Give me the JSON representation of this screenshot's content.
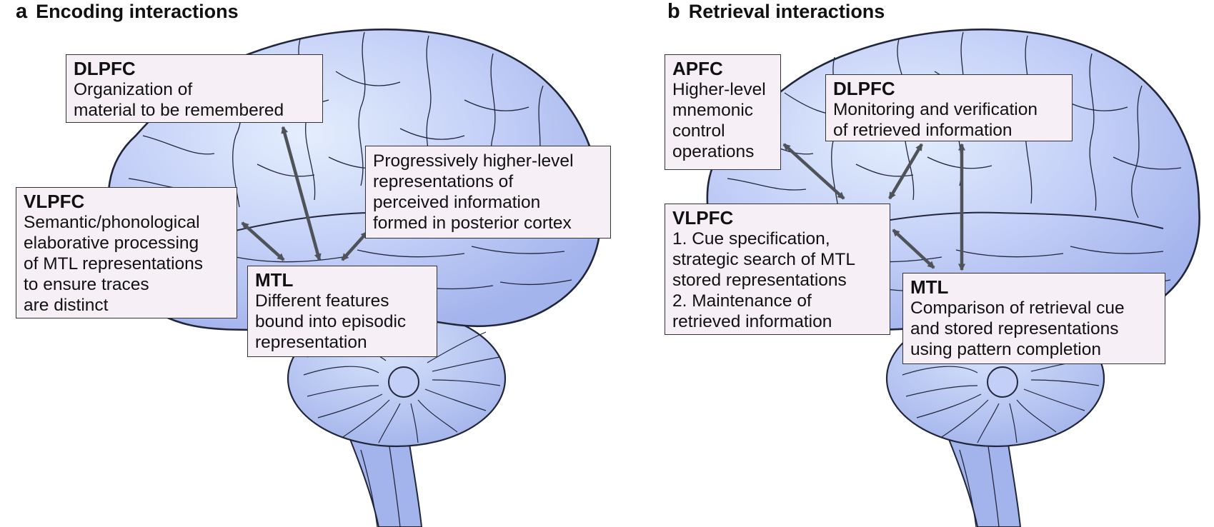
{
  "panels": {
    "a": {
      "letter": "a",
      "title": "Encoding interactions",
      "boxes": {
        "dlpfc": {
          "label": "DLPFC",
          "lines": [
            "Organization of",
            "material to be remembered"
          ]
        },
        "vlpfc": {
          "label": "VLPFC",
          "lines": [
            "Semantic/phonological",
            "elaborative processing",
            "of MTL representations",
            "to ensure traces",
            "are distinct"
          ]
        },
        "mtl": {
          "label": "MTL",
          "lines": [
            "Different features",
            "bound into episodic",
            "representation"
          ]
        },
        "posterior": {
          "label": "",
          "lines": [
            "Progressively higher-level",
            "representations of",
            "perceived information",
            "formed in posterior cortex"
          ]
        }
      }
    },
    "b": {
      "letter": "b",
      "title": "Retrieval interactions",
      "boxes": {
        "apfc": {
          "label": "APFC",
          "lines": [
            "Higher-level",
            "mnemonic",
            "control",
            "operations"
          ]
        },
        "dlpfc": {
          "label": "DLPFC",
          "lines": [
            "Monitoring and verification",
            "of retrieved information"
          ]
        },
        "vlpfc": {
          "label": "VLPFC",
          "lines": [
            "1. Cue specification,",
            "strategic search of MTL",
            "stored representations",
            "2. Maintenance of",
            "retrieved information"
          ]
        },
        "mtl": {
          "label": "MTL",
          "lines": [
            "Comparison of retrieval cue",
            "and stored representations",
            "using pattern completion"
          ]
        }
      }
    }
  },
  "colors": {
    "brain_fill": "#a9b8ef",
    "brain_highlight": "#e4eefd",
    "brain_outline": "#22263a",
    "arrow": "#4f5358",
    "box_fill": "#f6f0f6"
  }
}
